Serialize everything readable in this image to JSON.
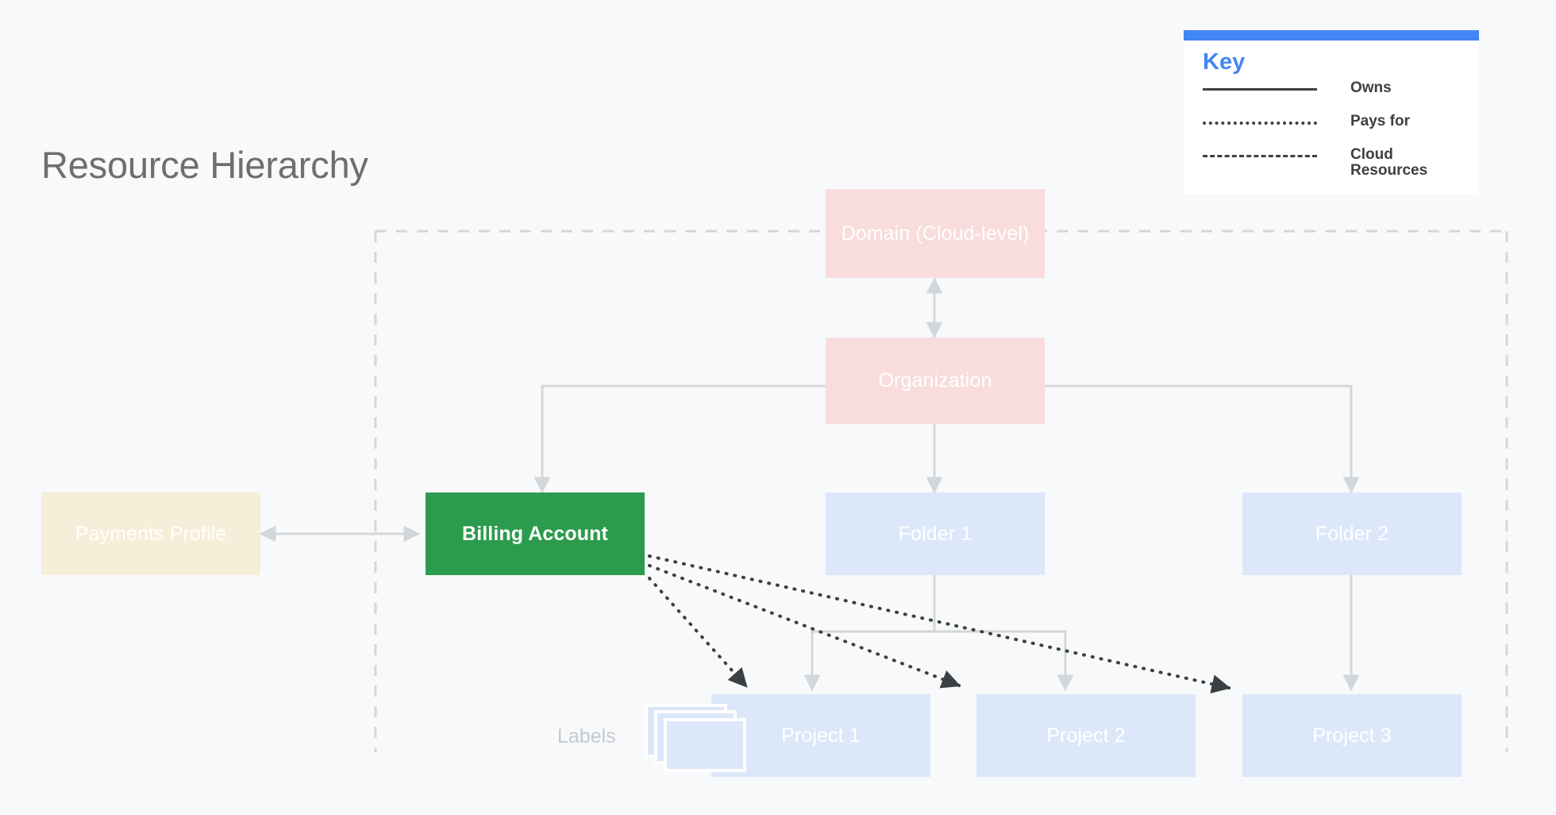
{
  "page": {
    "title": "Resource Hierarchy",
    "background_color": "#f7f9fa"
  },
  "key": {
    "title": "Key",
    "accent_color": "#4285f4",
    "items": [
      {
        "style": "solid",
        "label": "Owns"
      },
      {
        "style": "dotted",
        "label": "Pays for"
      },
      {
        "style": "dashed",
        "label": "Cloud Resources"
      }
    ]
  },
  "nodes": {
    "domain": {
      "label": "Domain (Cloud-level)",
      "color": "#f9dcdc"
    },
    "organization": {
      "label": "Organization",
      "color": "#f9dcdc"
    },
    "payments_profile": {
      "label": "Payments Profile",
      "color": "#f7eed9"
    },
    "billing_account": {
      "label": "Billing Account",
      "color": "#2d9b4d"
    },
    "folder_1": {
      "label": "Folder 1",
      "color": "#dce7fa"
    },
    "folder_2": {
      "label": "Folder 2",
      "color": "#dce7fa"
    },
    "project_1": {
      "label": "Project 1",
      "color": "#dce7fa"
    },
    "project_2": {
      "label": "Project 2",
      "color": "#dce7fa"
    },
    "project_3": {
      "label": "Project 3",
      "color": "#dce7fa"
    },
    "labels": {
      "label": "Labels",
      "color": "#dce7fa"
    }
  },
  "edges": {
    "owns_color": "#d4d7d9",
    "pays_for_color": "#3c4043",
    "boundary_color": "#d4d7d9",
    "relations": [
      {
        "from": "domain",
        "to": "organization",
        "type": "owns",
        "bidirectional": true
      },
      {
        "from": "payments_profile",
        "to": "billing_account",
        "type": "owns",
        "bidirectional": true
      },
      {
        "from": "organization",
        "to": "billing_account",
        "type": "owns",
        "bidirectional": false
      },
      {
        "from": "organization",
        "to": "folder_1",
        "type": "owns",
        "bidirectional": false
      },
      {
        "from": "organization",
        "to": "folder_2",
        "type": "owns",
        "bidirectional": false
      },
      {
        "from": "folder_1",
        "to": "project_1",
        "type": "owns",
        "bidirectional": false
      },
      {
        "from": "folder_1",
        "to": "project_2",
        "type": "owns",
        "bidirectional": false
      },
      {
        "from": "folder_2",
        "to": "project_3",
        "type": "owns",
        "bidirectional": false
      },
      {
        "from": "billing_account",
        "to": "project_1",
        "type": "pays_for",
        "bidirectional": false
      },
      {
        "from": "billing_account",
        "to": "project_2",
        "type": "pays_for",
        "bidirectional": false
      },
      {
        "from": "billing_account",
        "to": "project_3",
        "type": "pays_for",
        "bidirectional": false
      }
    ]
  }
}
